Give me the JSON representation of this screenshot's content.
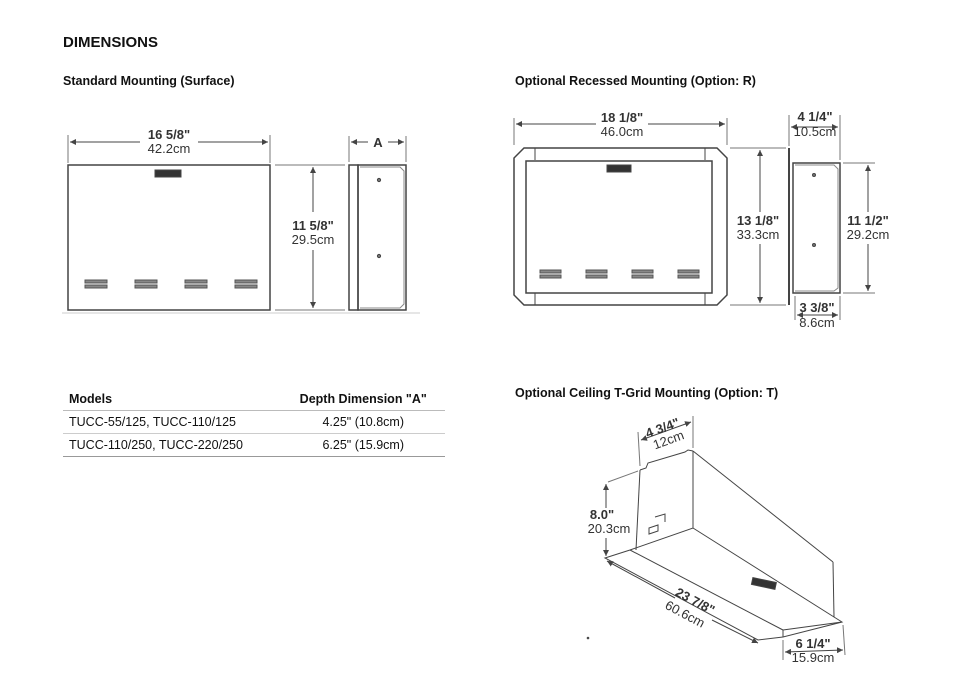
{
  "title": "DIMENSIONS",
  "surface": {
    "heading": "Standard Mounting (Surface)",
    "width_in": "16 5/8\"",
    "width_cm": "42.2cm",
    "height_in": "11 5/8\"",
    "height_cm": "29.5cm",
    "depth_label": "A"
  },
  "recessed": {
    "heading": "Optional Recessed Mounting (Option: R)",
    "width_in": "18 1/8\"",
    "width_cm": "46.0cm",
    "height_in": "13 1/8\"",
    "height_cm": "33.3cm",
    "depth_in": "4 1/4\"",
    "depth_cm": "10.5cm",
    "box_height_in": "11 1/2\"",
    "box_height_cm": "29.2cm",
    "recess_in": "3 3/8\"",
    "recess_cm": "8.6cm"
  },
  "tgrid": {
    "heading": "Optional Ceiling T-Grid Mounting (Option: T)",
    "width_in": "4 3/4\"",
    "width_cm": "12cm",
    "height_in": "8.0\"",
    "height_cm": "20.3cm",
    "length_in": "23 7/8\"",
    "length_cm": "60.6cm",
    "depth_in": "6 1/4\"",
    "depth_cm": "15.9cm"
  },
  "table": {
    "headers": [
      "Models",
      "Depth Dimension \"A\""
    ],
    "rows": [
      [
        "TUCC-55/125, TUCC-110/125",
        "4.25\" (10.8cm)"
      ],
      [
        "TUCC-110/250, TUCC-220/250",
        "6.25\" (15.9cm)"
      ]
    ]
  }
}
